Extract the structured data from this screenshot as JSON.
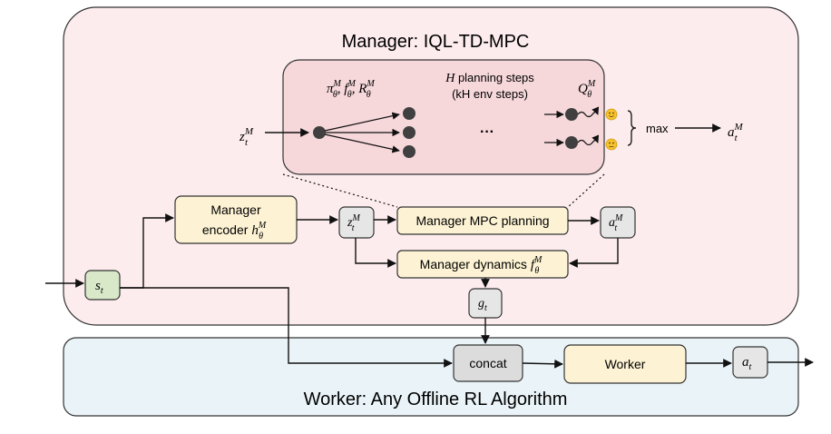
{
  "manager": {
    "title": "Manager: IQL-TD-MPC",
    "encoder": {
      "line1": "Manager",
      "line2_text": "encoder ",
      "line2_sym": "h",
      "line2_sup": "M",
      "line2_sub": "θ"
    },
    "mpc_planning": "Manager MPC planning",
    "dynamics": {
      "text": "Manager dynamics ",
      "sym": "f",
      "sup": "M",
      "sub": "θ"
    },
    "goal": {
      "sym": "g",
      "sub": "t"
    },
    "z_node": {
      "sym": "z",
      "sup": "M",
      "sub": "t"
    },
    "a_node": {
      "sym": "a",
      "sup": "M",
      "sub": "t"
    }
  },
  "planning_detail": {
    "input": {
      "sym": "z",
      "sup": "M",
      "sub": "t"
    },
    "functions": [
      {
        "sym": "π",
        "sup": "M",
        "sub": "θ"
      },
      {
        "sym": "f",
        "sup": "M",
        "sub": "θ"
      },
      {
        "sym": "R",
        "sup": "M",
        "sub": "θ"
      }
    ],
    "horizon": {
      "sym": "H",
      "text": " planning steps",
      "line2": "(kH env steps)"
    },
    "q_value": {
      "sym": "Q",
      "sup": "M",
      "sub": "θ"
    },
    "ellipsis": "···",
    "max_label": "max",
    "output": {
      "sym": "a",
      "sup": "M",
      "sub": "t"
    }
  },
  "inputs": {
    "state": {
      "sym": "s",
      "sub": "t"
    }
  },
  "worker": {
    "title": "Worker: Any Offline RL Algorithm",
    "concat": "concat",
    "worker_box": "Worker",
    "action": {
      "sym": "a",
      "sub": "t"
    }
  },
  "colors": {
    "manager_bg": "#fdecee",
    "planning_bg": "#f6d7da",
    "worker_bg": "#eaf4f8",
    "module_fill": "#fdf3d4",
    "node_fill": "#e6e6e6",
    "state_fill": "#d8e8c8",
    "node_dot": "#404040"
  }
}
